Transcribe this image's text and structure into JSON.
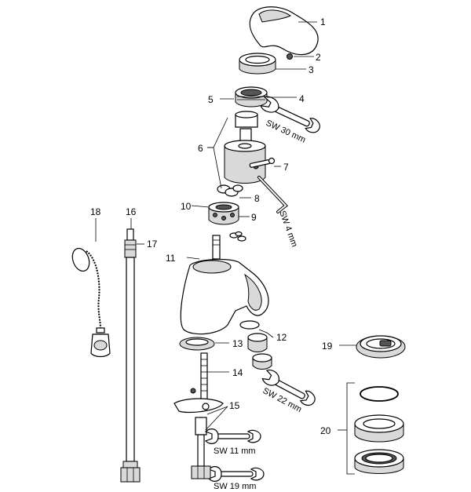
{
  "callouts": {
    "c1": "1",
    "c2": "2",
    "c3": "3",
    "c4": "4",
    "c5": "5",
    "c6": "6",
    "c7": "7",
    "c8": "8",
    "c9": "9",
    "c10": "10",
    "c11": "11",
    "c12": "12",
    "c13": "13",
    "c14": "14",
    "c15": "15",
    "c16": "16",
    "c17": "17",
    "c18": "18",
    "c19": "19",
    "c20": "20"
  },
  "tools": {
    "sw30": "SW 30 mm",
    "sw4": "SW 4 mm",
    "sw22": "SW 22 mm",
    "sw11": "SW 11 mm",
    "sw19": "SW 19 mm"
  }
}
